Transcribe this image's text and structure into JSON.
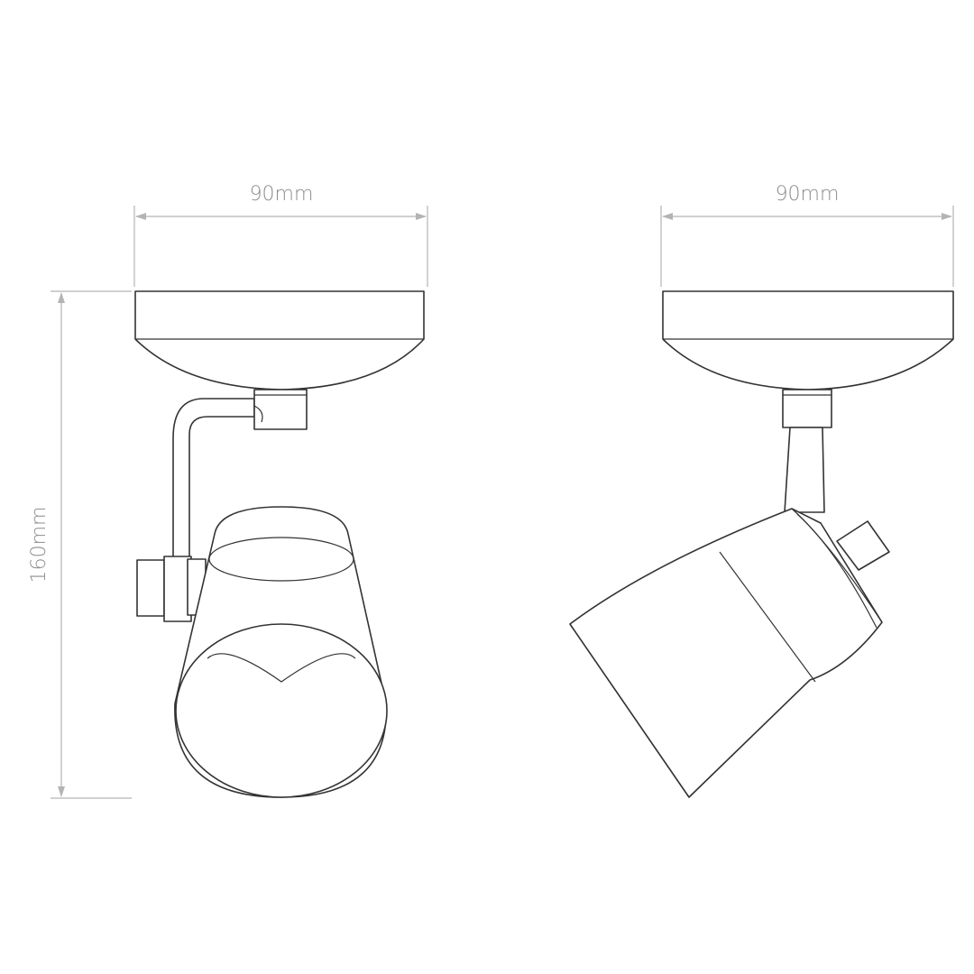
{
  "dimensions": {
    "width_front": "90mm",
    "width_side": "90mm",
    "height": "160mm"
  },
  "colors": {
    "dimension_text": "#8c8c8c",
    "dimension_line": "#b4b4b4",
    "outline": "#333333",
    "background": "#ffffff"
  }
}
